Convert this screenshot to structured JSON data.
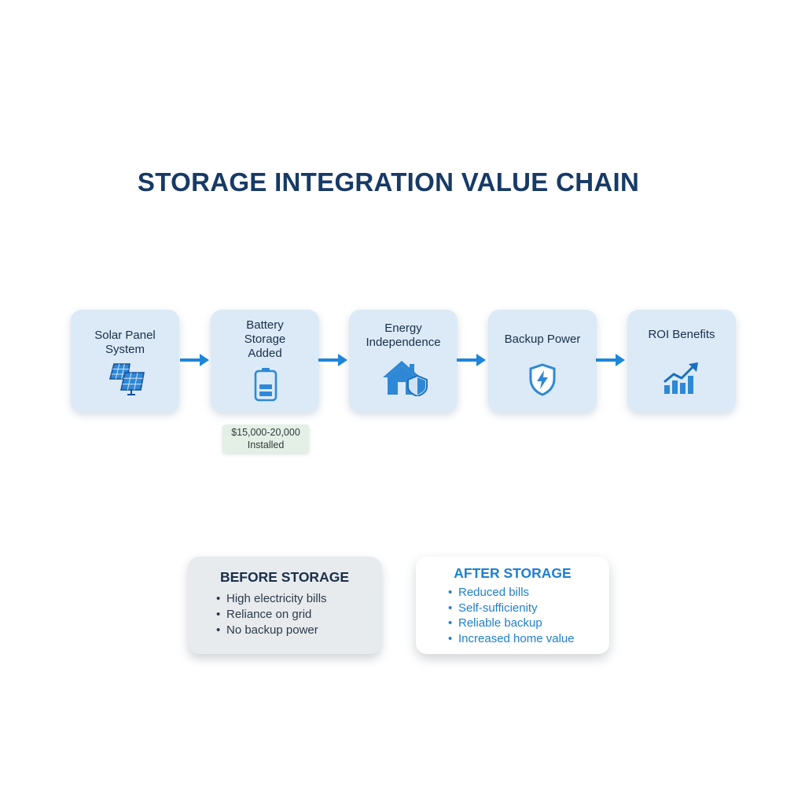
{
  "title": "STORAGE INTEGRATION VALUE CHAIN",
  "colors": {
    "title": "#173a66",
    "box_fill": "#dbeaf6",
    "icon_blue": "#1e7fd0",
    "arrow_blue": "#1e86d8",
    "after_text": "#1e7fd0"
  },
  "steps": [
    {
      "lines": [
        "Solar Panel",
        "System"
      ],
      "icon": "solar-panel-icon"
    },
    {
      "lines": [
        "Battery",
        "Storage",
        "Added"
      ],
      "icon": "battery-icon"
    },
    {
      "lines": [
        "Energy",
        "Independence"
      ],
      "icon": "house-shield-icon"
    },
    {
      "lines": [
        "Backup Power"
      ],
      "icon": "lightning-shield-icon"
    },
    {
      "lines": [
        "ROI Benefits"
      ],
      "icon": "growth-chart-icon"
    }
  ],
  "cost_tag": {
    "amount": "$15,000-20,000",
    "note": "Installed"
  },
  "before": {
    "heading": "BEFORE STORAGE",
    "items": [
      "High electricity bills",
      "Reliance on grid",
      "No backup power"
    ]
  },
  "after": {
    "heading": "AFTER STORAGE",
    "items": [
      "Reduced bills",
      "Self-sufficienity",
      "Reliable backup",
      "Increased home value"
    ]
  }
}
